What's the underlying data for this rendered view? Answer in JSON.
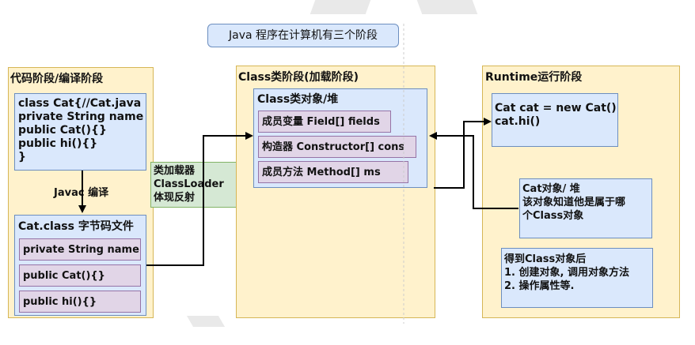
{
  "title": "Java 程序在计算机有三个阶段",
  "source_phase": {
    "label": "代码阶段/编译阶段",
    "code_lines": [
      "class Cat{//Cat.java",
      "private String name",
      "public Cat(){}",
      "public hi(){}",
      "}"
    ],
    "javac_label": "Javac 编译",
    "bytecode_title": "Cat.class 字节码文件",
    "bytecode_items": [
      "private String name",
      "public Cat(){}",
      "public hi(){}"
    ]
  },
  "classloader_lines": [
    "类加载器",
    "ClassLoader",
    "体现反射"
  ],
  "class_phase": {
    "label": "Class类阶段(加载阶段)",
    "object_title": "Class类对象/堆",
    "items": [
      "成员变量 Field[] fields",
      "构造器 Constructor[] cons",
      "成员方法 Method[] ms"
    ]
  },
  "runtime_phase": {
    "label": "Runtime运行阶段",
    "code_lines": [
      "Cat cat = new Cat()",
      "cat.hi()"
    ],
    "object_lines": [
      "Cat对象/ 堆",
      "该对象知道他是属于哪",
      "个Class对象"
    ],
    "note_lines": [
      "得到Class对象后",
      "1. 创建对象, 调用对象方法",
      "2. 操作属性等."
    ]
  },
  "colors": {
    "phase_fill": "#fff2cc",
    "blue_fill": "#dae8fc",
    "pink_fill": "#e1d5e7",
    "green_fill": "#d5e8d4"
  }
}
